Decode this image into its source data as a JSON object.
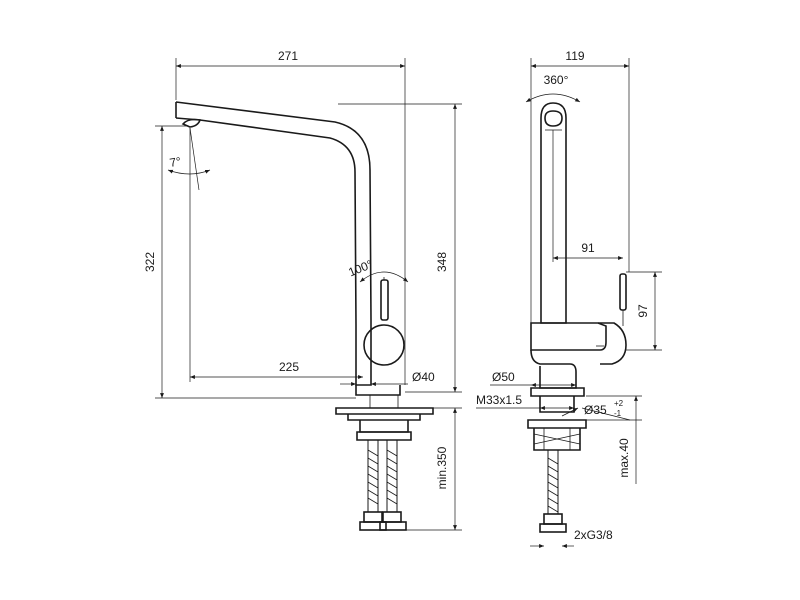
{
  "front_view": {
    "width_label": "271",
    "height_label": "322",
    "total_height_label": "348",
    "spout_angle_label": "7°",
    "lever_angle_label": "100°",
    "reach_label": "225",
    "diameter_label": "Ø40",
    "hose_label": "min.350"
  },
  "side_view": {
    "width_label": "119",
    "rotation_label": "360°",
    "lever_reach_label": "91",
    "lever_height_label": "97",
    "base_diameter_label": "Ø50",
    "thread_label": "M33x1.5",
    "hole_diameter_label": "Ø35",
    "hole_tol_upper": "+2",
    "hole_tol_lower": "-1",
    "deck_thickness_label": "max.40",
    "connection_label": "2xG3/8"
  }
}
